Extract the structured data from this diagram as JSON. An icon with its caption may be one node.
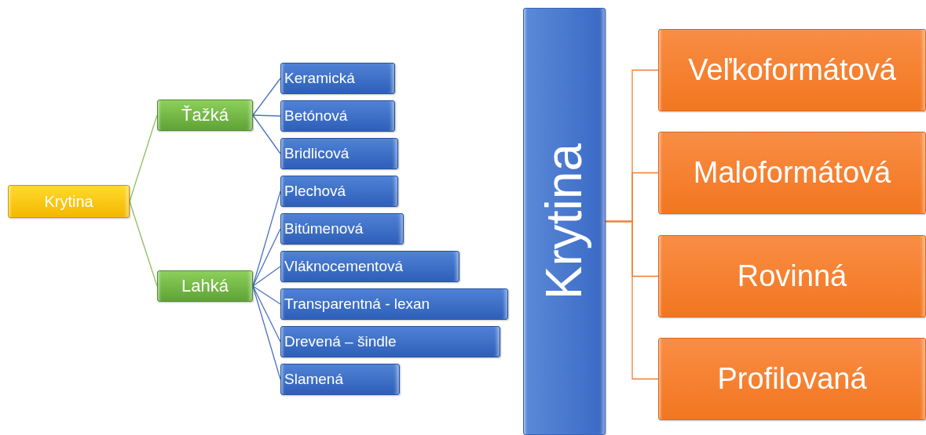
{
  "diagram": {
    "nodes": [
      {
        "text": [
          "Krytina"
        ]
      },
      {
        "text": [
          "Ťažká"
        ]
      },
      {
        "text": [
          "Lahká"
        ]
      },
      {
        "text": [
          "Keramická"
        ]
      },
      {
        "text": [
          "Betónová"
        ]
      },
      {
        "text": [
          "Bridlicová"
        ]
      },
      {
        "text": [
          "Plechová"
        ]
      },
      {
        "text": [
          "Bitúmenová"
        ]
      },
      {
        "text": [
          "Vláknocementová"
        ]
      },
      {
        "text": [
          "Transparentná - lexan"
        ]
      },
      {
        "text": [
          "Drevená – šindle"
        ]
      },
      {
        "text": [
          "Slamená"
        ]
      },
      {
        "text": [
          "Krytina"
        ]
      },
      {
        "text": [
          "Veľkoformátová"
        ]
      },
      {
        "text": [
          "Maloformátová"
        ]
      },
      {
        "text": [
          "Rovinná"
        ]
      },
      {
        "text": [
          "Profilovaná"
        ]
      }
    ],
    "edges": [
      {
        "from": 0,
        "to": 1,
        "arrow": "none",
        "color": "#8cbf5a"
      },
      {
        "from": 0,
        "to": 2,
        "arrow": "none",
        "color": "#8cbf5a"
      },
      {
        "from": 1,
        "to": 3,
        "arrow": "none"
      },
      {
        "from": 1,
        "to": 4,
        "arrow": "none"
      },
      {
        "from": 1,
        "to": 5,
        "arrow": "none"
      },
      {
        "from": 2,
        "to": 6,
        "arrow": "none"
      },
      {
        "from": 2,
        "to": 7,
        "arrow": "none"
      },
      {
        "from": 2,
        "to": 8,
        "arrow": "none"
      },
      {
        "from": 2,
        "to": 9,
        "arrow": "none"
      },
      {
        "from": 2,
        "to": 10,
        "arrow": "none"
      },
      {
        "from": 2,
        "to": 11,
        "arrow": "none"
      },
      {
        "from": 12,
        "to": 13,
        "arrow": "none",
        "color": "#ed7d31"
      },
      {
        "from": 12,
        "to": 14,
        "arrow": "none",
        "color": "#ed7d31"
      },
      {
        "from": 12,
        "to": 15,
        "arrow": "none",
        "color": "#ed7d31"
      },
      {
        "from": 12,
        "to": 16,
        "arrow": "none",
        "color": "#ed7d31"
      }
    ]
  }
}
